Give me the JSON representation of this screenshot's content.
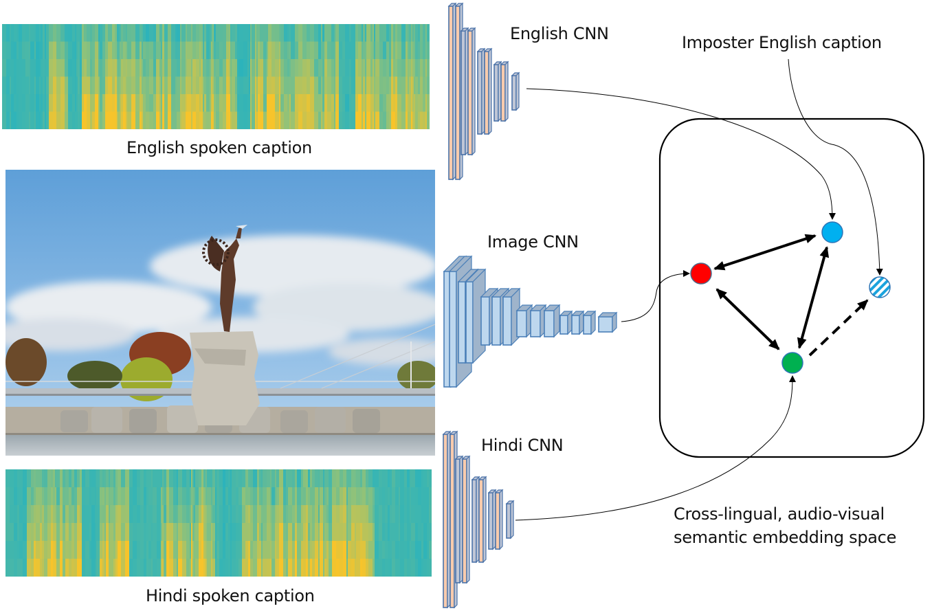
{
  "labels": {
    "english_spoken_caption": "English spoken caption",
    "hindi_spoken_caption": "Hindi spoken caption",
    "english_cnn": "English CNN",
    "image_cnn": "Image CNN",
    "hindi_cnn": "Hindi CNN",
    "imposter_caption": "Imposter English caption",
    "embedding_space_line1": "Cross-lingual, audio-visual",
    "embedding_space_line2": "semantic embedding space"
  },
  "colors": {
    "spectro_low": "#1fb1c4",
    "spectro_mid": "#8fc27a",
    "spectro_high": "#f7c42b",
    "audio_cnn_fill": "#f8cbad",
    "audio_cnn_side": "#bfc6d6",
    "audio_cnn_stroke": "#4a72a8",
    "image_cnn_fill": "#bdd7ee",
    "image_cnn_side": "#9fb4cb",
    "image_cnn_stroke": "#4a7fb8",
    "node_image": "#ff0000",
    "node_english": "#00b0f0",
    "node_hindi": "#00b050",
    "node_imposter_stripe": "#1aa3dd"
  },
  "nodes": [
    {
      "id": "image",
      "label": "image-embedding"
    },
    {
      "id": "english",
      "label": "english-caption-embedding"
    },
    {
      "id": "hindi",
      "label": "hindi-caption-embedding"
    },
    {
      "id": "imposter",
      "label": "imposter-caption-embedding"
    }
  ],
  "edges": [
    {
      "from": "image",
      "to": "english",
      "style": "solid-double-arrow"
    },
    {
      "from": "image",
      "to": "hindi",
      "style": "solid-double-arrow"
    },
    {
      "from": "english",
      "to": "hindi",
      "style": "solid-double-arrow"
    },
    {
      "from": "hindi",
      "to": "imposter",
      "style": "dashed-arrow"
    }
  ]
}
